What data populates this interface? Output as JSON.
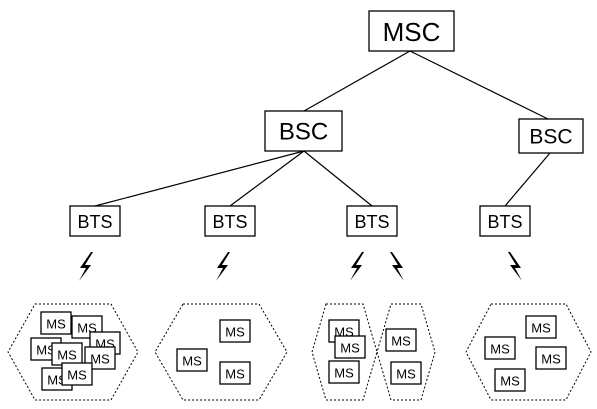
{
  "msc": {
    "label": "MSC"
  },
  "bsc": [
    {
      "label": "BSC"
    },
    {
      "label": "BSC"
    }
  ],
  "bts": [
    {
      "label": "BTS"
    },
    {
      "label": "BTS"
    },
    {
      "label": "BTS"
    },
    {
      "label": "BTS"
    }
  ],
  "ms_label": "MS",
  "cells": [
    {
      "mobile_station_count": 8
    },
    {
      "mobile_station_count": 3
    },
    {
      "mobile_station_count": 3
    },
    {
      "mobile_station_count": 2
    },
    {
      "mobile_station_count": 4
    }
  ]
}
